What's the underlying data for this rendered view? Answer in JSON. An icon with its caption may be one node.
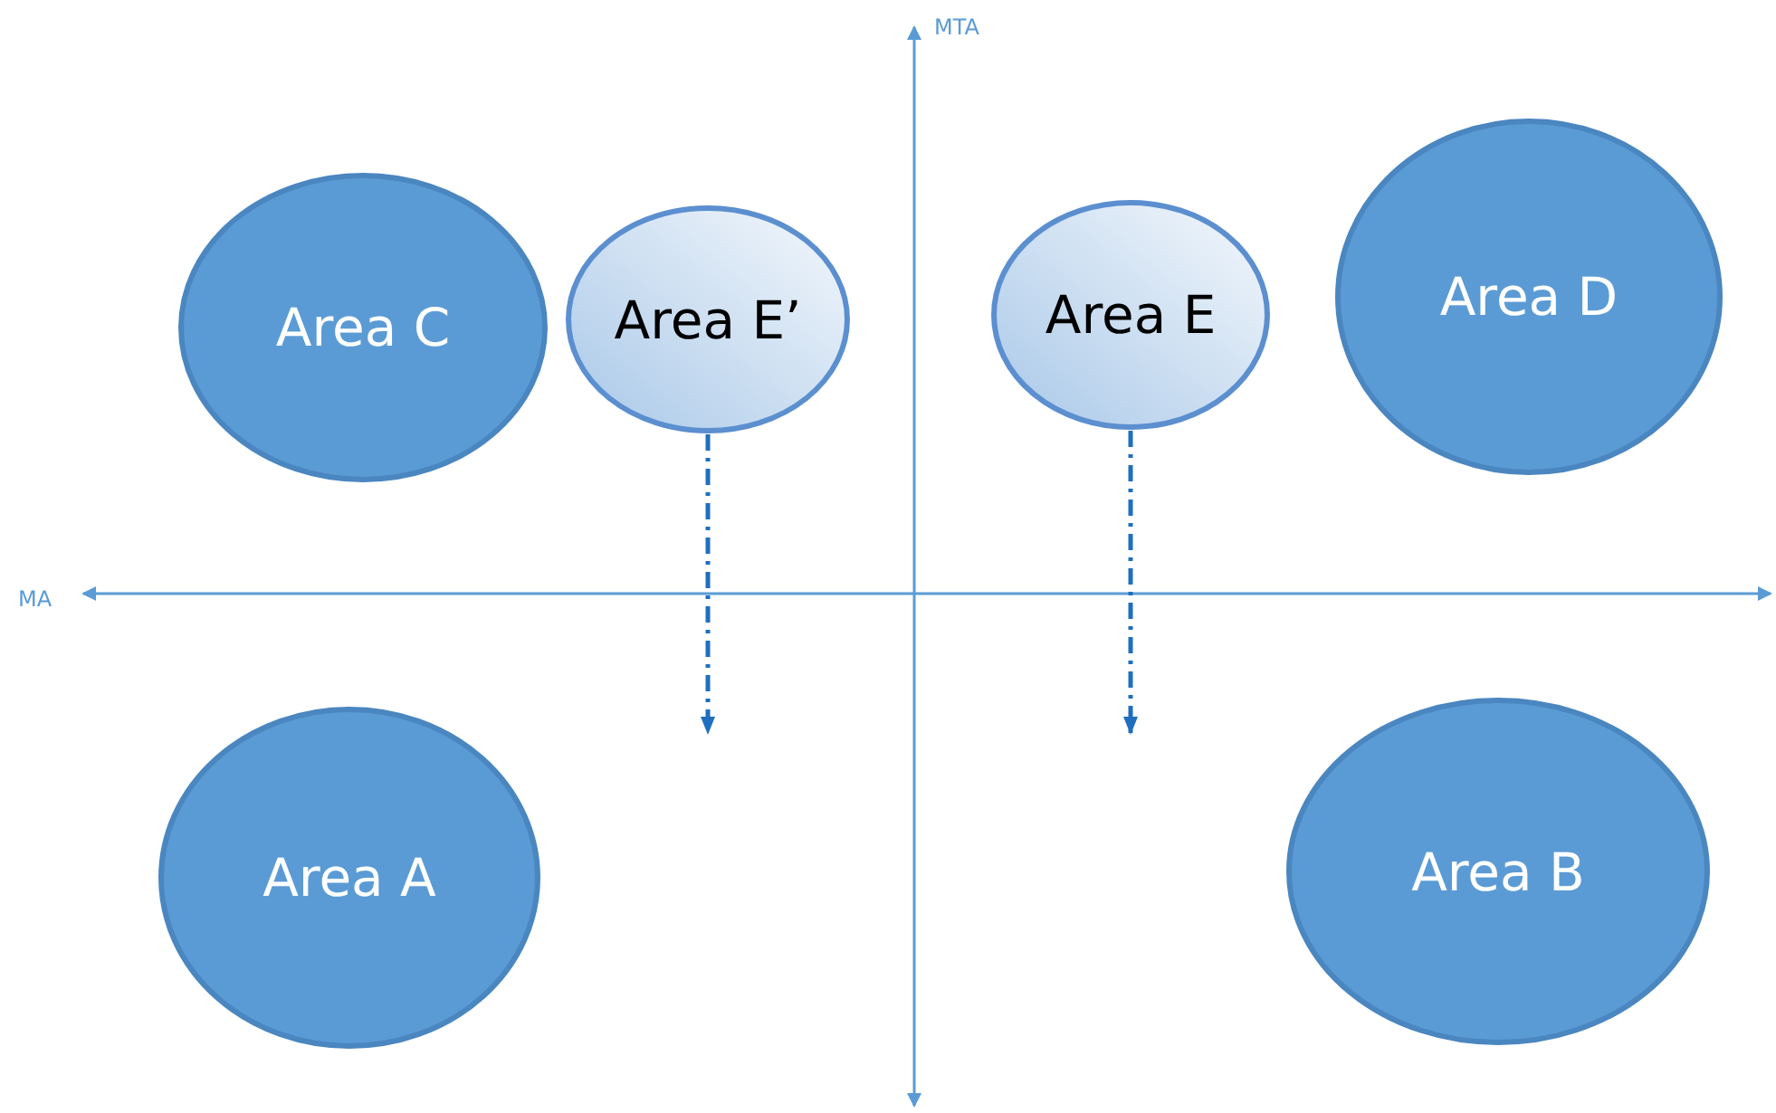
{
  "diagram": {
    "nodes": [
      {
        "text": [
          "Area C"
        ]
      },
      {
        "text": [
          "Area E’"
        ]
      },
      {
        "text": [
          "Area E"
        ]
      },
      {
        "text": [
          "Area D"
        ]
      },
      {
        "text": [
          "Area A"
        ]
      },
      {
        "text": [
          "Area B"
        ]
      }
    ],
    "edges": [
      {
        "from": 1,
        "to": null,
        "arrow": "to",
        "style": "dashed"
      },
      {
        "from": 2,
        "to": null,
        "arrow": "to",
        "style": "dashed"
      }
    ],
    "labels": [
      "MTA",
      "MA"
    ]
  }
}
